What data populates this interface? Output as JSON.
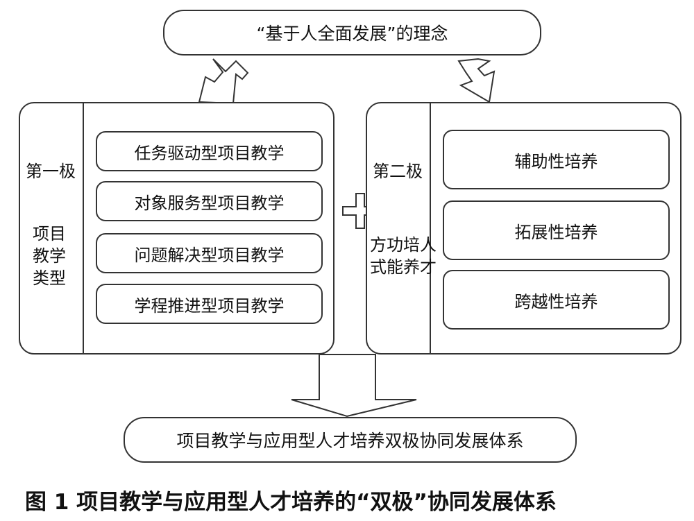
{
  "top_box": "“基于人全面发展”的理念",
  "panel_left": {
    "label_top": "第一极",
    "label_bottom": [
      "项目",
      "教学",
      "类型"
    ],
    "items": [
      "任务驱动型项目教学",
      "对象服务型项目教学",
      "问题解决型项目教学",
      "学程推进型项目教学"
    ]
  },
  "panel_right": {
    "label_top": "第二极",
    "label_bottom": [
      "方功培人",
      "式能养才"
    ],
    "items": [
      "辅助性培养",
      "拓展性培养",
      "跨越性培养"
    ]
  },
  "bottom_box": "项目教学与应用型人才培养双极协同发展体系",
  "caption": "图 1  项目教学与应用型人才培养的“双极”协同发展体系"
}
